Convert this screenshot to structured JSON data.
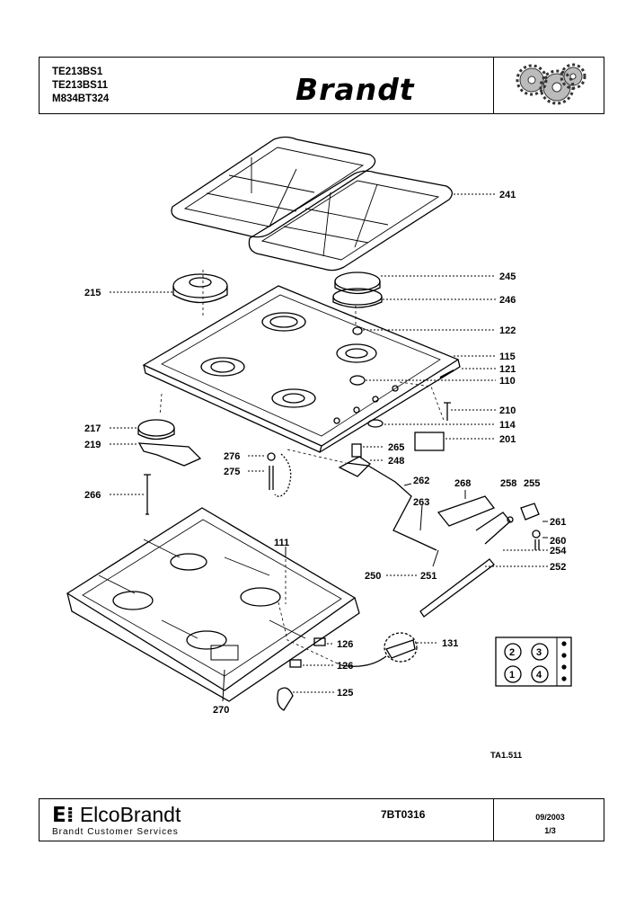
{
  "header": {
    "models": [
      "TE213BS1",
      "TE213BS11",
      "M834BT324"
    ],
    "brand": "Brandt",
    "logo_icon": "gears-icon"
  },
  "parts": [
    {
      "ref": "241"
    },
    {
      "ref": "245"
    },
    {
      "ref": "246"
    },
    {
      "ref": "215"
    },
    {
      "ref": "122"
    },
    {
      "ref": "115"
    },
    {
      "ref": "121"
    },
    {
      "ref": "110"
    },
    {
      "ref": "210"
    },
    {
      "ref": "114"
    },
    {
      "ref": "217"
    },
    {
      "ref": "201"
    },
    {
      "ref": "265"
    },
    {
      "ref": "219"
    },
    {
      "ref": "276"
    },
    {
      "ref": "248"
    },
    {
      "ref": "275"
    },
    {
      "ref": "262"
    },
    {
      "ref": "268"
    },
    {
      "ref": "258"
    },
    {
      "ref": "255"
    },
    {
      "ref": "266"
    },
    {
      "ref": "263"
    },
    {
      "ref": "261"
    },
    {
      "ref": "260"
    },
    {
      "ref": "111"
    },
    {
      "ref": "254"
    },
    {
      "ref": "252"
    },
    {
      "ref": "250"
    },
    {
      "ref": "251"
    },
    {
      "ref": "126"
    },
    {
      "ref": "131"
    },
    {
      "ref": "126"
    },
    {
      "ref": "125"
    },
    {
      "ref": "270"
    }
  ],
  "burner_key": [
    "2",
    "3",
    "1",
    "4"
  ],
  "doc_code": "TA1.511",
  "footer": {
    "company_prefix": "Elco",
    "company_suffix": "Brandt",
    "service": "Brandt Customer Services",
    "reference": "7BT0316",
    "date": "09/2003",
    "page": "1/3"
  }
}
